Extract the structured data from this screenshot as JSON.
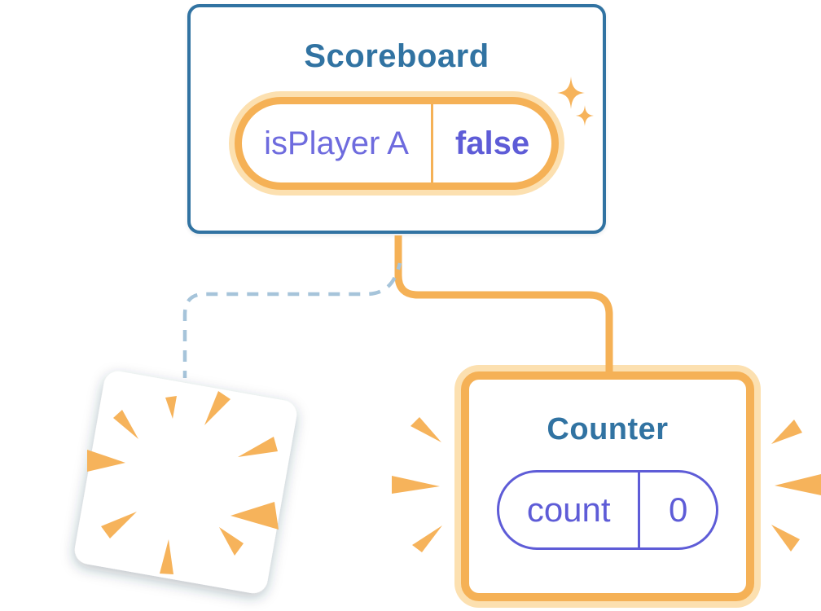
{
  "diagram": {
    "description": "React component tree state diagram: Scoreboard parent keeps state, removed child is destroyed, new Counter child gets fresh state"
  },
  "scoreboard": {
    "title": "Scoreboard",
    "state": {
      "name": "isPlayer A",
      "value": "false"
    }
  },
  "counter": {
    "title": "Counter",
    "state": {
      "name": "count",
      "value": "0"
    }
  },
  "decorations": {
    "sparkles": [
      "sparkle-icon-large",
      "sparkle-icon-small"
    ],
    "destroyed_component": "tilted blank card with orange burst rays",
    "emphasis": "orange burst wedges on both sides of Counter card"
  },
  "colors": {
    "card_border_blue": "#3173A2",
    "title_blue": "#3173A2",
    "orange": "#F5B156",
    "orange_halo": "#FCE0B0",
    "purple": "#6E6BDE",
    "purple_bold": "#5E5CD7",
    "dashed_connector_blue": "#A6C4DA",
    "background": "#FFFFFF"
  }
}
